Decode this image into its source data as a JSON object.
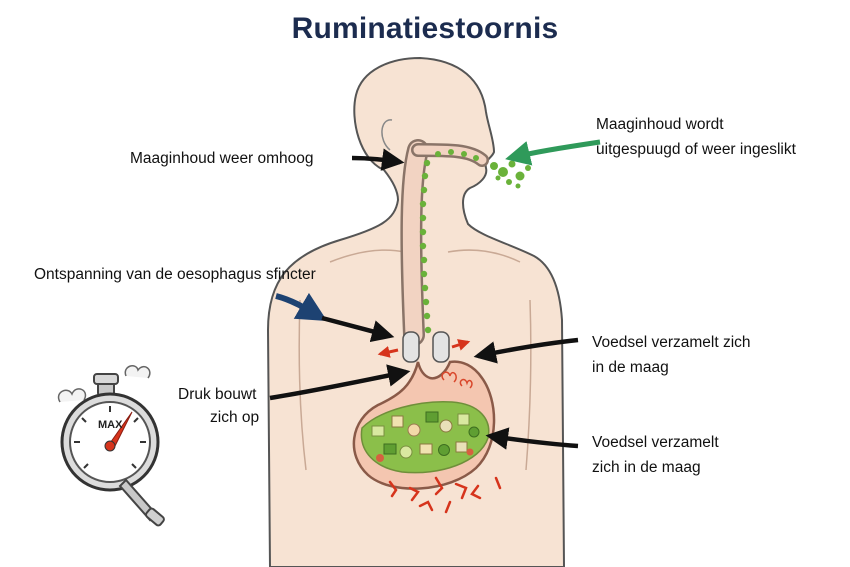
{
  "title": "Ruminatiestoornis",
  "labels": {
    "stomach_up": "Maaginhoud weer omhoog",
    "spit_line1": "Maaginhoud wordt",
    "spit_line2": "uitgespuugd of weer ingeslikt",
    "sphincter": "Ontspanning van de oesophagus sfincter",
    "food_collects_1_line1": "Voedsel verzamelt zich",
    "food_collects_1_line2": "in de maag",
    "pressure_line1": "Druk bouwt",
    "pressure_line2": "zich op",
    "food_collects_2_line1": "Voedsel verzamelt",
    "food_collects_2_line2": "zich in de maag"
  },
  "gauge": {
    "text": "MAX"
  },
  "colors": {
    "title": "#1c2c4f",
    "skin": "#f7e3d3",
    "outline": "#3a3a3a",
    "green_food": "#6ab23a",
    "blue_arrow": "#1d4272",
    "green_arrow": "#2f9a5a",
    "red_arrow": "#d6341c",
    "stomach": "#f4c6b0"
  },
  "icons": [
    "stopwatch-gauge-icon",
    "red-pressure-arrow-icon",
    "green-spit-arrow-icon",
    "blue-sphincter-arrow-icon"
  ]
}
